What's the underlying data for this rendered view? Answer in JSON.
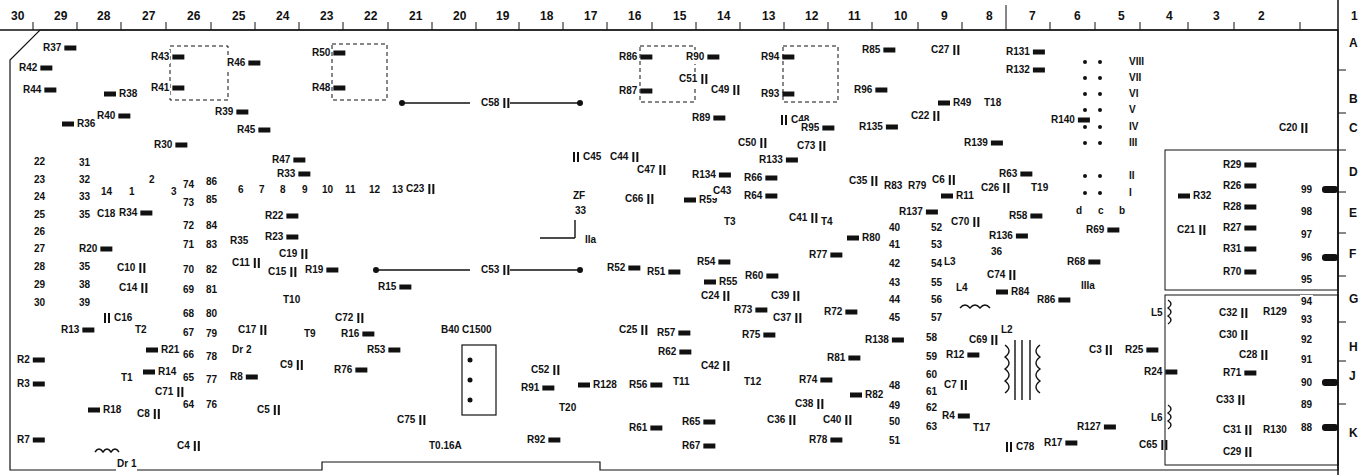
{
  "diagram": {
    "labels": [
      "30",
      "29",
      "28",
      "27",
      "26",
      "25",
      "24",
      "23",
      "22",
      "21",
      "20",
      "19",
      "18",
      "17",
      "16",
      "15",
      "14",
      "13",
      "12",
      "11",
      "10",
      "9",
      "8",
      "7",
      "6",
      "5",
      "4",
      "3",
      "2",
      "1",
      "A",
      "B",
      "C",
      "D",
      "E",
      "F",
      "G",
      "H",
      "J",
      "K",
      "R37",
      "R42",
      "R44",
      "R43",
      "R41",
      "R46",
      "R50",
      "R48",
      "R38",
      "R36",
      "R40",
      "R39",
      "R45",
      "R30",
      "22",
      "23",
      "24",
      "25",
      "26",
      "27",
      "28",
      "29",
      "30",
      "31",
      "32",
      "33",
      "35",
      "C18",
      "R20",
      "35",
      "38",
      "39",
      "14",
      "1",
      "2",
      "3",
      "R34",
      "C10",
      "C14",
      "74",
      "73",
      "72",
      "71",
      "70",
      "69",
      "68",
      "67",
      "66",
      "65",
      "64",
      "86",
      "85",
      "84",
      "83",
      "82",
      "81",
      "80",
      "79",
      "78",
      "77",
      "76",
      "6",
      "7",
      "8",
      "9",
      "10",
      "11",
      "12",
      "13",
      "R47",
      "R33",
      "R22",
      "R23",
      "R35",
      "C19",
      "C11",
      "C15",
      "R19",
      "R15",
      "T10",
      "C17",
      "T9",
      "C72",
      "R16",
      "R53",
      "Dr 2",
      "C9",
      "R8",
      "C5",
      "R76",
      "C23",
      "C58",
      "C53",
      "R13",
      "C16",
      "T2",
      "R21",
      "R14",
      "T1",
      "C71",
      "R18",
      "C8",
      "C4",
      "Dr 1",
      "R2",
      "R3",
      "R7",
      "B40 C1500",
      "T0.16A",
      "C75",
      "R91",
      "R92",
      "T20",
      "C52",
      "ZF",
      "33",
      "C45",
      "C44",
      "C47",
      "C66",
      "IIa",
      "R52",
      "R51",
      "R54",
      "R55",
      "R60",
      "C24",
      "C25",
      "R57",
      "R62",
      "R73",
      "R75",
      "C39",
      "C37",
      "R72",
      "R77",
      "R81",
      "R74",
      "C38",
      "C40",
      "R78",
      "C36",
      "R128",
      "R56",
      "T11",
      "C42",
      "T12",
      "R61",
      "R65",
      "R67",
      "R59",
      "T3",
      "R134",
      "C43",
      "R64",
      "R66",
      "C41",
      "T4",
      "C35",
      "R86",
      "R87",
      "R90",
      "C51",
      "C49",
      "R89",
      "C50",
      "R133",
      "C48",
      "C73",
      "R94",
      "R93",
      "R85",
      "R96",
      "R95",
      "R135",
      "C22",
      "C27",
      "R131",
      "R132",
      "R49",
      "T18",
      "R139",
      "R140",
      "R63",
      "C26",
      "T19",
      "R58",
      "R69",
      "R68",
      "R86",
      "IIIa",
      "C3",
      "R25",
      "R24",
      "L5",
      "L6",
      "R127",
      "C65",
      "R17",
      "C78",
      "T17",
      "L2",
      "L3",
      "L4",
      "C70",
      "C74",
      "R84",
      "R136",
      "36",
      "R83",
      "R79",
      "C6",
      "R11",
      "R137",
      "R80",
      "40",
      "41",
      "42",
      "43",
      "44",
      "45",
      "52",
      "53",
      "54",
      "55",
      "56",
      "57",
      "58",
      "59",
      "60",
      "61",
      "62",
      "63",
      "R138",
      "48",
      "49",
      "50",
      "51",
      "R82",
      "C69",
      "R12",
      "C7",
      "R4",
      "R29",
      "R26",
      "R28",
      "R27",
      "R31",
      "R70",
      "99",
      "98",
      "97",
      "96",
      "95",
      "C21",
      "R32",
      "C20",
      "94",
      "93",
      "92",
      "91",
      "90",
      "89",
      "88",
      "C32",
      "C30",
      "R129",
      "C28",
      "R71",
      "C33",
      "C31",
      "R130",
      "C29",
      "VIII",
      "VII",
      "VI",
      "V",
      "IV",
      "III",
      "II",
      "I",
      "d",
      "c",
      "b"
    ]
  }
}
